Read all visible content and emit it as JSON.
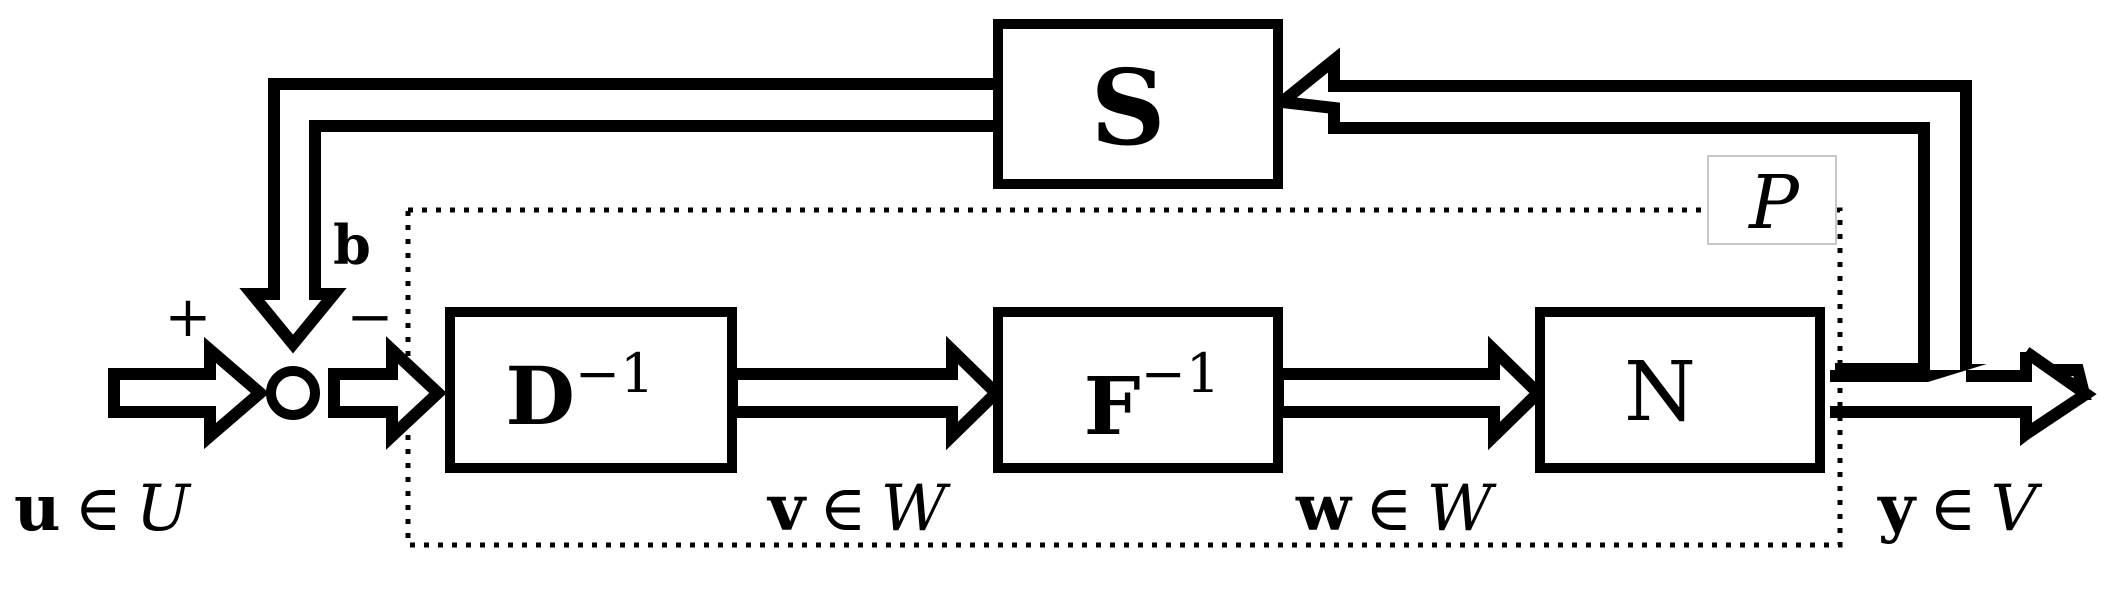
{
  "blocks": {
    "s": {
      "label": "S"
    },
    "d_inv": {
      "label": "D",
      "exp": "−1"
    },
    "f_inv": {
      "label": "F",
      "exp": "−1"
    },
    "n": {
      "label": "N"
    }
  },
  "plant_label": "P",
  "signals": {
    "u": {
      "sym": "u",
      "rel": "∈",
      "set": "U"
    },
    "v": {
      "sym": "v",
      "rel": "∈",
      "set": "W"
    },
    "w": {
      "sym": "w",
      "rel": "∈",
      "set": "W"
    },
    "y": {
      "sym": "y",
      "rel": "∈",
      "set": "V"
    },
    "b": {
      "sym": "b"
    }
  },
  "summing_junction": {
    "plus": "+",
    "minus": "−"
  },
  "colors": {
    "stroke": "#000000",
    "fill": "#ffffff",
    "plant_border": "#000000"
  }
}
